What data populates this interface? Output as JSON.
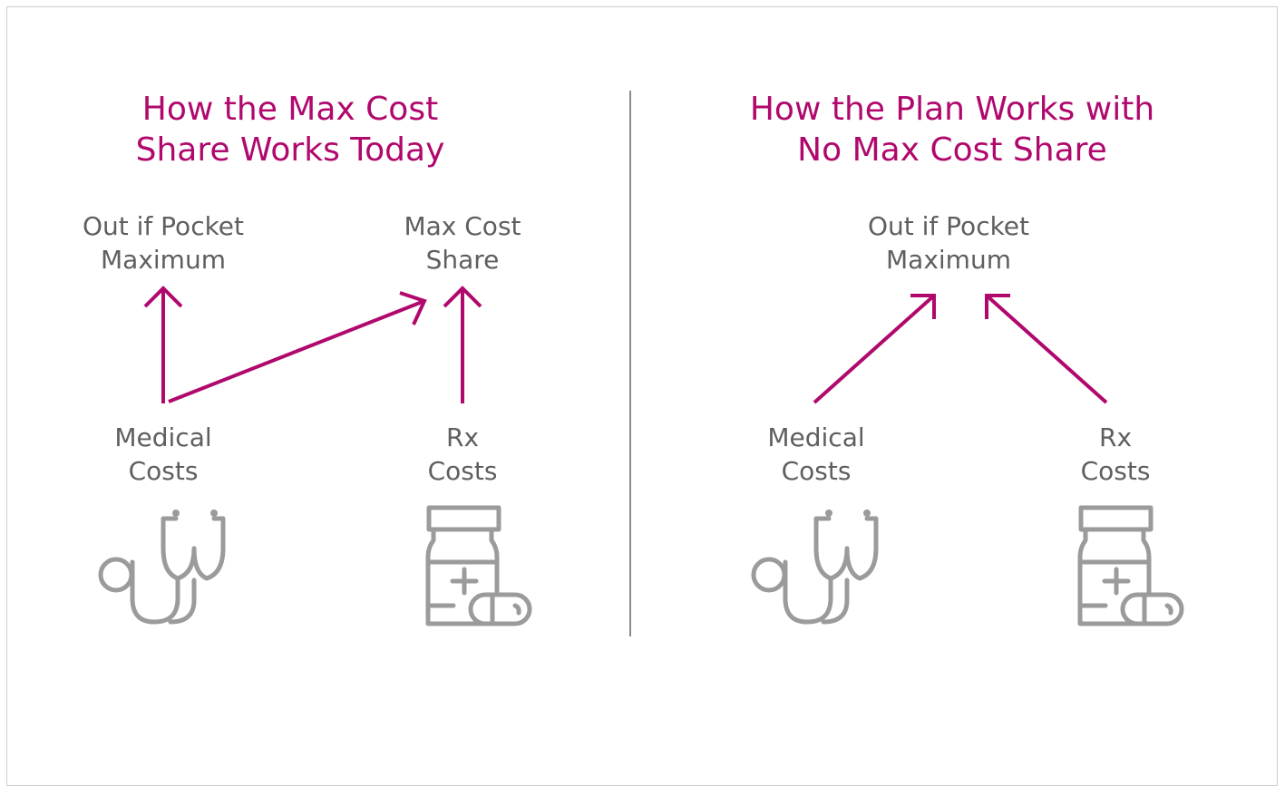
{
  "left_panel": {
    "title": "How the Max Cost\nShare Works Today",
    "oop_label": "Out if Pocket\nMaximum",
    "max_cost_share_label": "Max Cost\nShare",
    "medical_label": "Medical\nCosts",
    "rx_label": "Rx\nCosts"
  },
  "right_panel": {
    "title": "How the Plan Works with\nNo Max Cost Share",
    "oop_label": "Out if Pocket\nMaximum",
    "medical_label": "Medical\nCosts",
    "rx_label": "Rx\nCosts"
  },
  "colors": {
    "accent": "#b0086d",
    "text": "#5f5f5f",
    "icon": "#9b9b9b",
    "divider": "#8a8a8a"
  },
  "icons": [
    "stethoscope-icon",
    "pill-bottle-icon"
  ]
}
